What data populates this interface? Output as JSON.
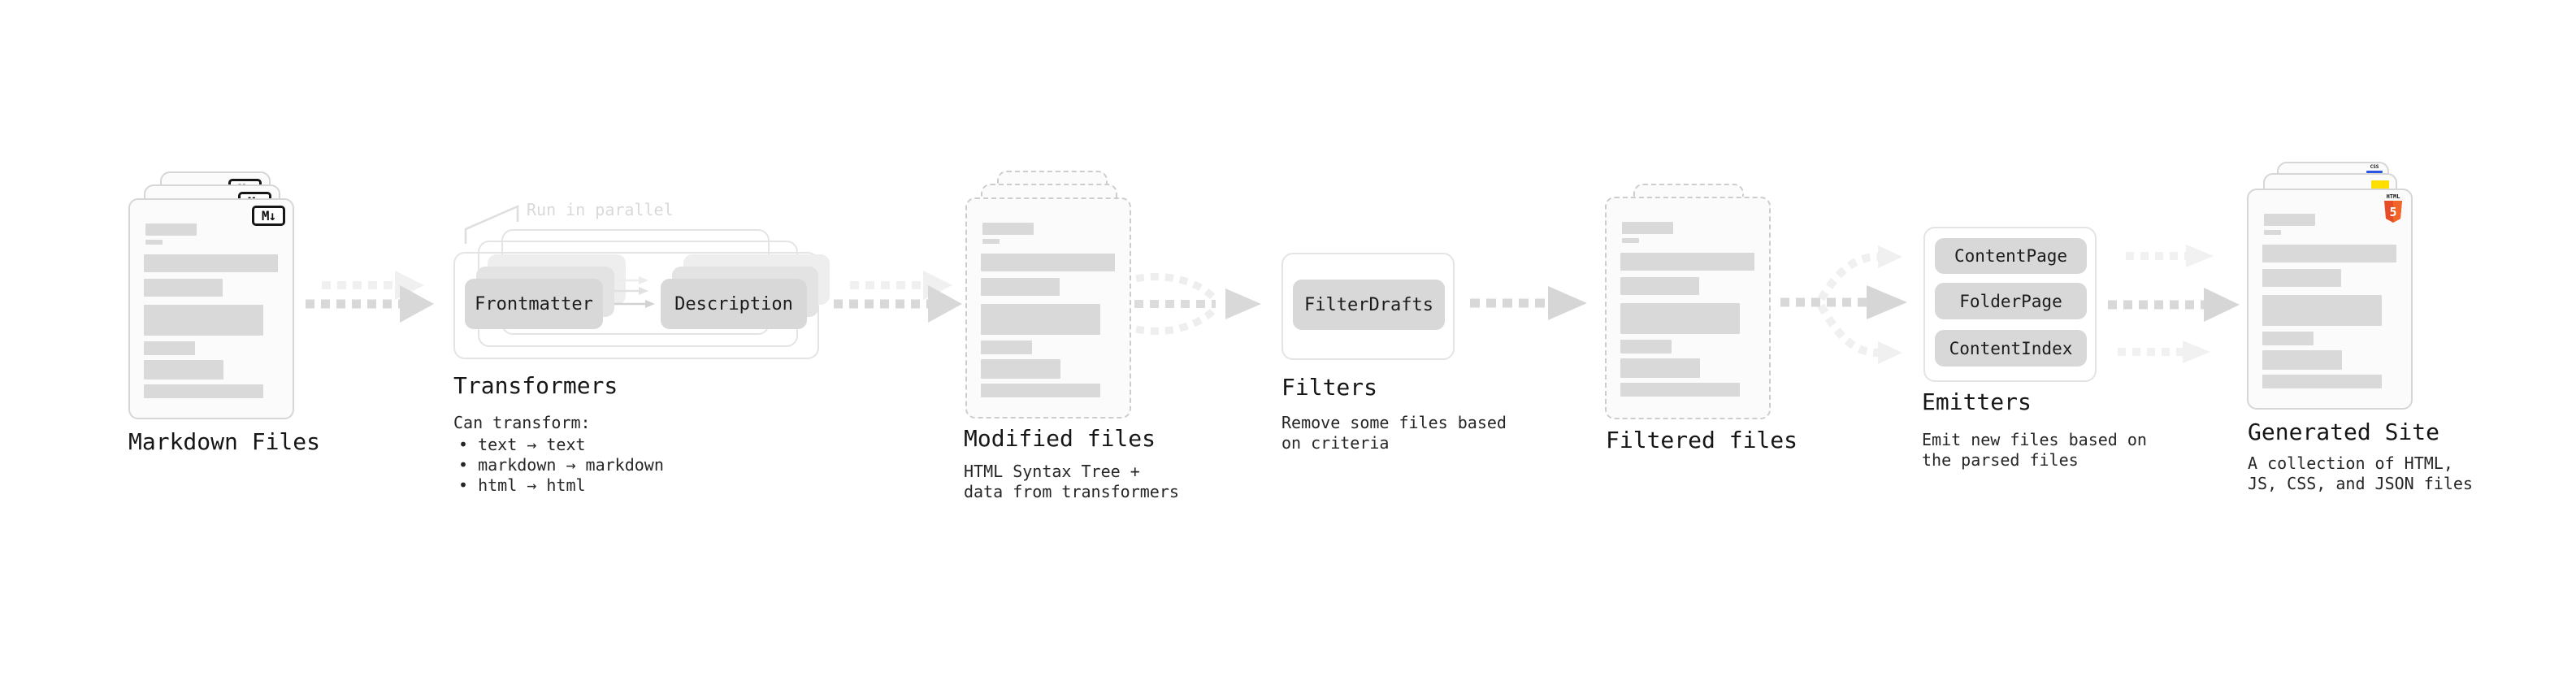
{
  "colors": {
    "bar_gray": "#d9d9d9",
    "card_background": "#fbfbfb",
    "card_border": "#d6d6d6",
    "dashed_border": "#cdcdcd",
    "pill_background": "#d8d8d8",
    "arrow_dark": "#d8d8d8",
    "arrow_light": "#f0f0f0",
    "heading_text": "#161616",
    "body_text": "#262626",
    "muted_text": "#d9d9d9",
    "css_blue": "#2d53e5",
    "js_yellow": "#ffdf00",
    "html5_orange": "#e44d26",
    "html5_orange_light": "#f16529"
  },
  "stages": {
    "markdown_files": {
      "title": "Markdown Files",
      "badge": "M↓"
    },
    "transformers": {
      "callout": "Run in parallel",
      "pill_left": "Frontmatter",
      "pill_right": "Description",
      "title": "Transformers",
      "subtitle_heading": "Can transform:",
      "bullets": [
        "• text → text",
        "• markdown → markdown",
        "• html → html"
      ]
    },
    "modified_files": {
      "title": "Modified files",
      "subtitle": "HTML Syntax Tree +\ndata from transformers"
    },
    "filters": {
      "title": "Filters",
      "pill": "FilterDrafts",
      "subtitle": "Remove some files based\non criteria"
    },
    "filtered_files": {
      "title": "Filtered files"
    },
    "emitters": {
      "title": "Emitters",
      "pills": [
        "ContentPage",
        "FolderPage",
        "ContentIndex"
      ],
      "subtitle": "Emit new files based on\nthe parsed files"
    },
    "generated_site": {
      "title": "Generated Site",
      "subtitle": "A collection of HTML,\nJS, CSS, and JSON files",
      "css_badge": "CSS",
      "html_badge": "HTML",
      "html5_number": "5"
    }
  }
}
